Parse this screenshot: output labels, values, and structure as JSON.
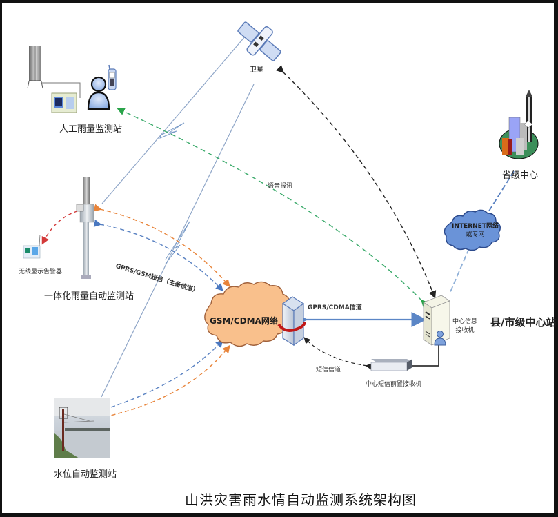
{
  "diagram": {
    "title": "山洪灾害雨水情自动监测系统架构图",
    "nodes": {
      "satellite": {
        "label": "卫星",
        "icon": "satellite-icon"
      },
      "manual_rain_station": {
        "label": "人工雨量监测站",
        "icons": [
          "rain-gauge-icon",
          "data-logger-icon",
          "person-icon",
          "mobile-phone-icon"
        ]
      },
      "provincial_center": {
        "label": "省级中心",
        "icon": "city-buildings-icon"
      },
      "internet_cloud": {
        "label_line1": "INTERNET网络",
        "label_line2": "或专网",
        "icon": "cloud-icon"
      },
      "integrated_rain_station": {
        "label": "一体化雨量自动监测站",
        "icon": "rain-gauge-pole-icon"
      },
      "wireless_alarm": {
        "label": "无线显示告警器",
        "icon": "alarm-display-icon"
      },
      "gsm_cloud": {
        "label": "GSM/CDMA网络",
        "icon": "cloud-icon"
      },
      "gsm_gateway": {
        "icon": "network-gateway-icon"
      },
      "center_receiver": {
        "label_line1": "中心信息",
        "label_line2": "接收机",
        "icon": "server-user-icon"
      },
      "sms_receiver": {
        "label": "中心短信前置接收机",
        "icon": "sms-modem-icon"
      },
      "water_level_station": {
        "label": "水位自动监测站",
        "icon": "water-level-photo-icon"
      },
      "county_center": {
        "label": "县/市级中心站"
      }
    },
    "links": {
      "voice_report": "语音报讯",
      "gprs_gsm_sms": "GPRS/GSM短信（主备信道）",
      "gprs_cdma_channel": "GPRS/CDMA信道",
      "sms_channel": "短信信道"
    },
    "colors": {
      "satellite_link": "#7b9cc8",
      "green_dashed": "#3aaa5a",
      "orange_dashed": "#e8843a",
      "blue_dashed": "#4a78c0",
      "red_dashed": "#d33a3a",
      "black_dashed": "#222222",
      "gsm_cloud_fill": "#f9c08c",
      "internet_cloud_fill": "#6a93d8"
    }
  }
}
